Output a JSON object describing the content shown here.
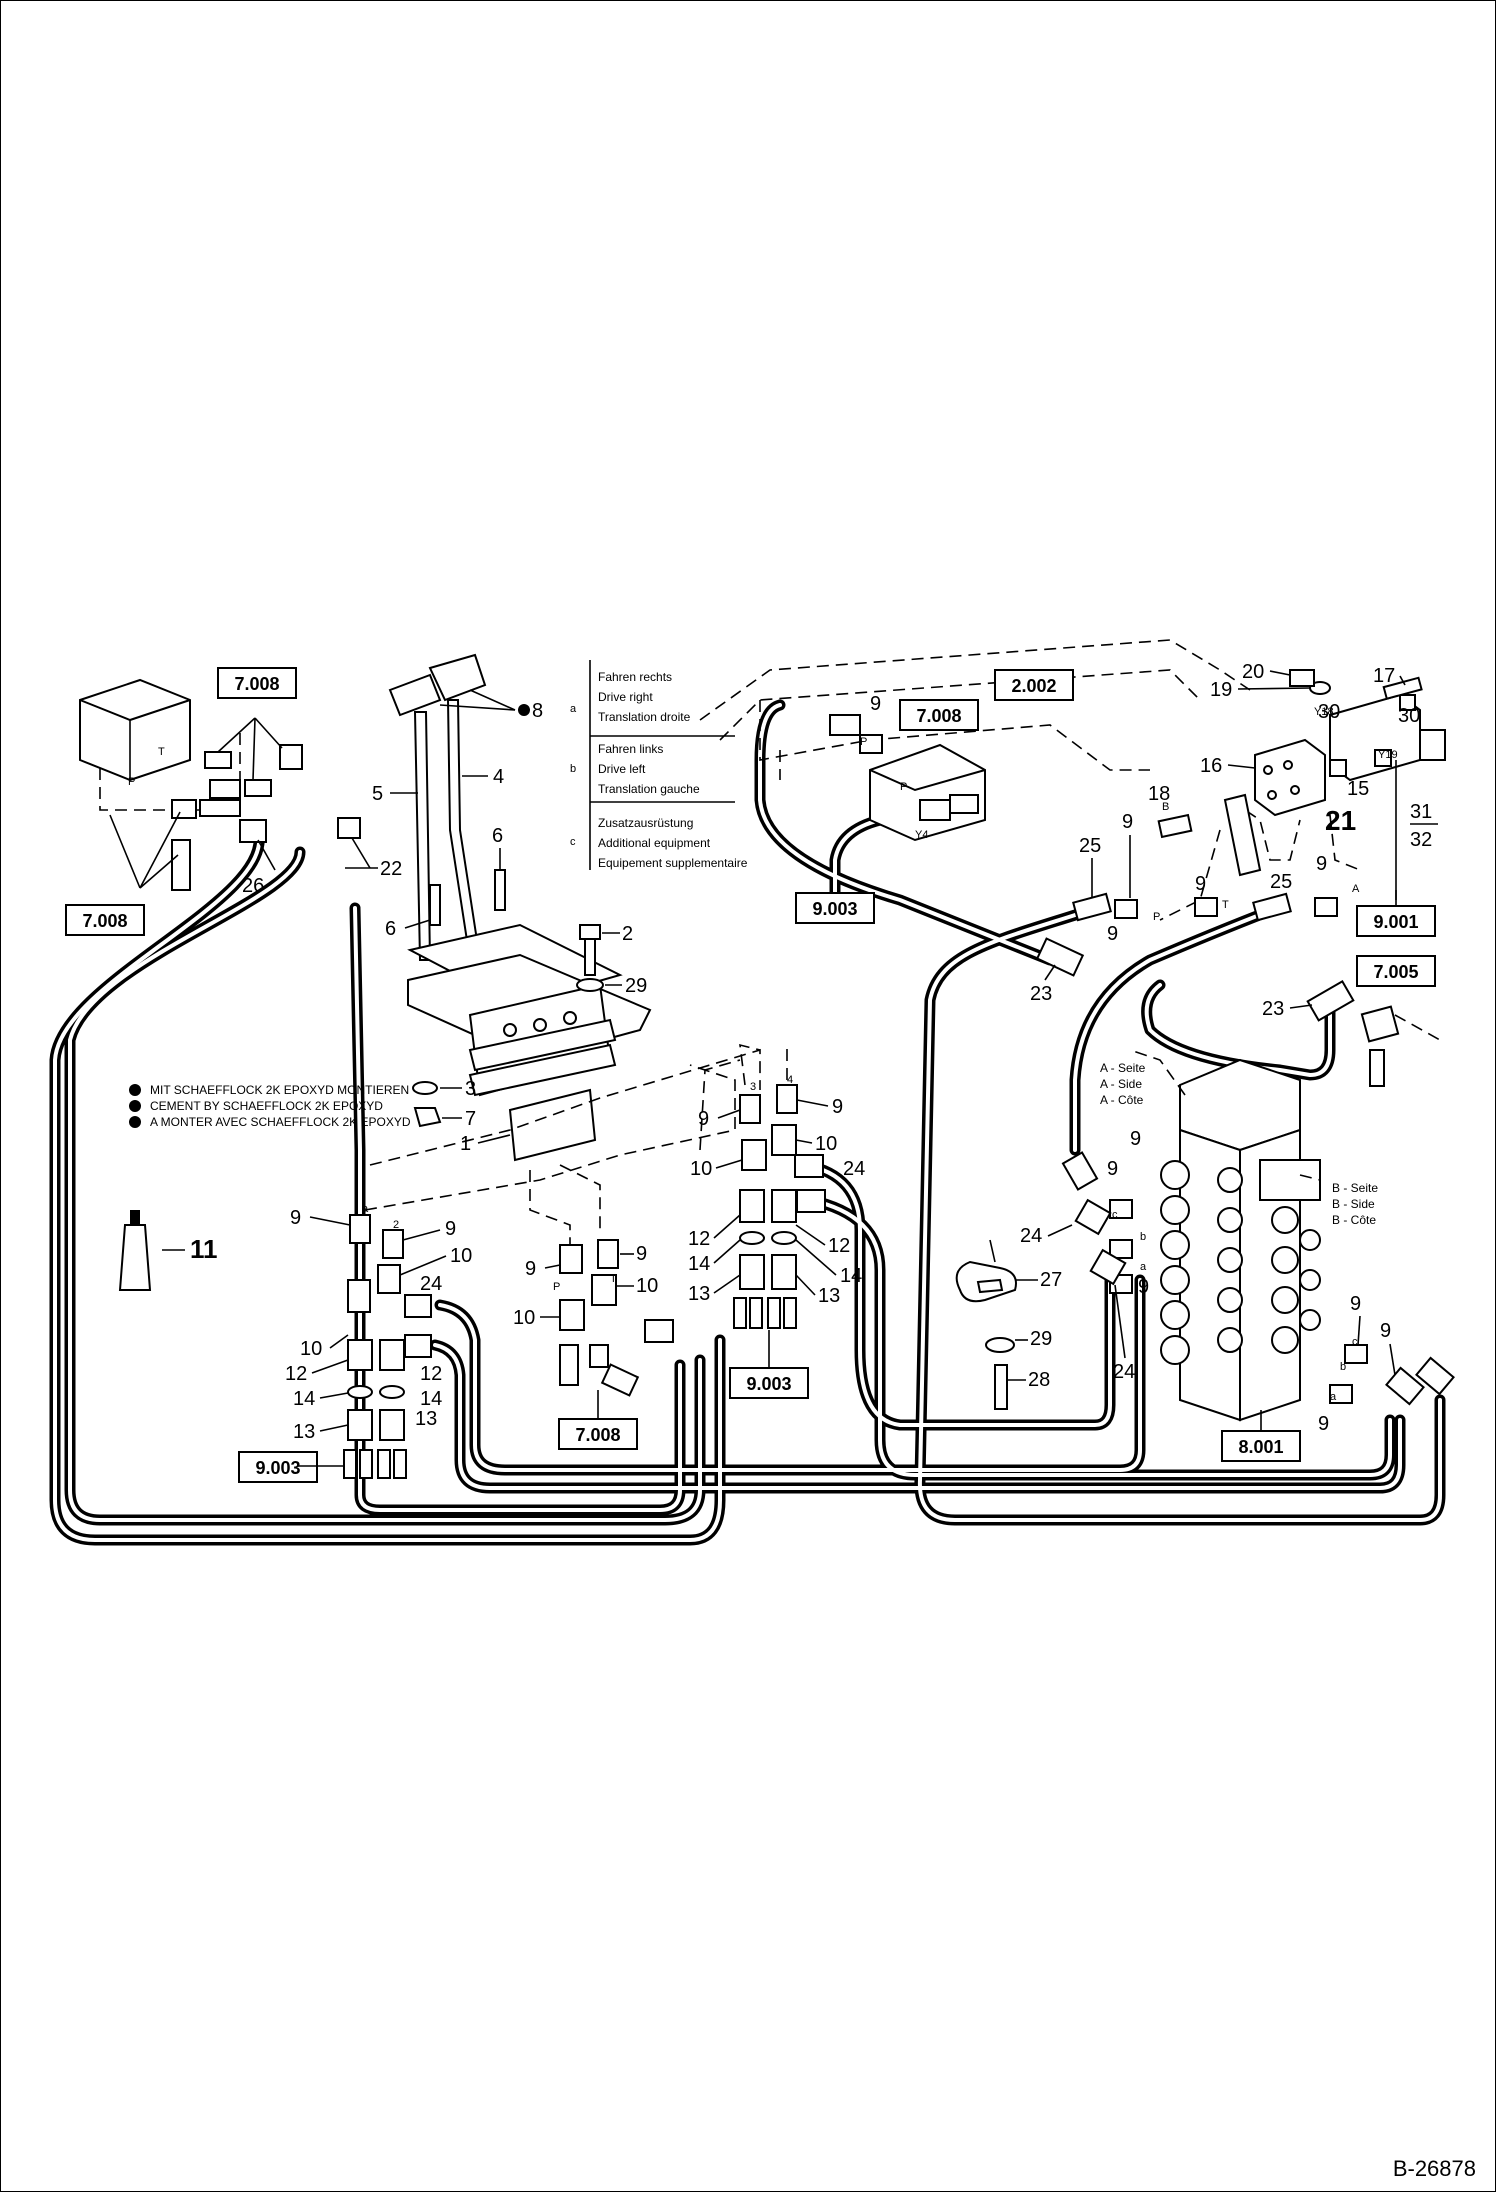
{
  "doc_number": "B-26878",
  "legend_function": {
    "a": [
      "Fahren rechts",
      "Drive right",
      "Translation droite"
    ],
    "b": [
      "Fahren links",
      "Drive left",
      "Translation gauche"
    ],
    "c": [
      "Zusatzausrüstung",
      "Additional equipment",
      "Equipement supplementaire"
    ]
  },
  "legend_epoxy": [
    "MIT SCHAEFFLOCK 2K EPOXYD MONTIEREN",
    "CEMENT BY SCHAEFFLOCK 2K EPOXYD",
    "A MONTER AVEC SCHAEFFLOCK 2K EPOXYD"
  ],
  "legend_sides": {
    "a": [
      "A - Seite",
      "A - Side",
      "A - Côte"
    ],
    "b": [
      "B - Seite",
      "B - Side",
      "B - Côte"
    ]
  },
  "refs": {
    "r7008": "7.008",
    "r2002": "2.002",
    "r9003": "9.003",
    "r9001": "9.001",
    "r7005": "7.005",
    "r8001": "8.001"
  },
  "port_letters": {
    "a": "a",
    "b": "b",
    "c": "c",
    "P": "P",
    "T": "T",
    "A": "A",
    "B": "B",
    "Y4": "Y4",
    "Y18": "Y18",
    "Y19": "Y19"
  },
  "callouts": {
    "n1": "1",
    "n2": "2",
    "n3": "3",
    "n4": "4",
    "n5": "5",
    "n6": "6",
    "n7": "7",
    "n8": "8",
    "n9": "9",
    "n10": "10",
    "n11": "11",
    "n12": "12",
    "n13": "13",
    "n14": "14",
    "n15": "15",
    "n16": "16",
    "n17": "17",
    "n18": "18",
    "n19": "19",
    "n20": "20",
    "n21": "21",
    "n22": "22",
    "n23": "23",
    "n24": "24",
    "n25": "25",
    "n26": "26",
    "n27": "27",
    "n28": "28",
    "n29": "29",
    "n30": "30",
    "n31": "31",
    "n32": "32"
  }
}
